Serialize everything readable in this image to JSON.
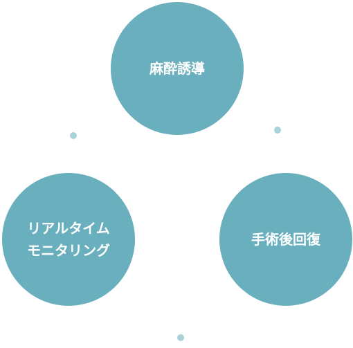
{
  "diagram": {
    "nodes": [
      {
        "id": "anesthesia-induction",
        "label": "麻酔誘導"
      },
      {
        "id": "realtime-monitoring",
        "label": "リアルタイム\nモニタリング"
      },
      {
        "id": "postoperative-recovery",
        "label": "手術後回復"
      }
    ],
    "connectors": 3,
    "colors": {
      "node_fill": "#6aafbd",
      "node_text": "#ffffff",
      "connector_dot": "#a9d2d9",
      "background": "#ffffff"
    }
  }
}
